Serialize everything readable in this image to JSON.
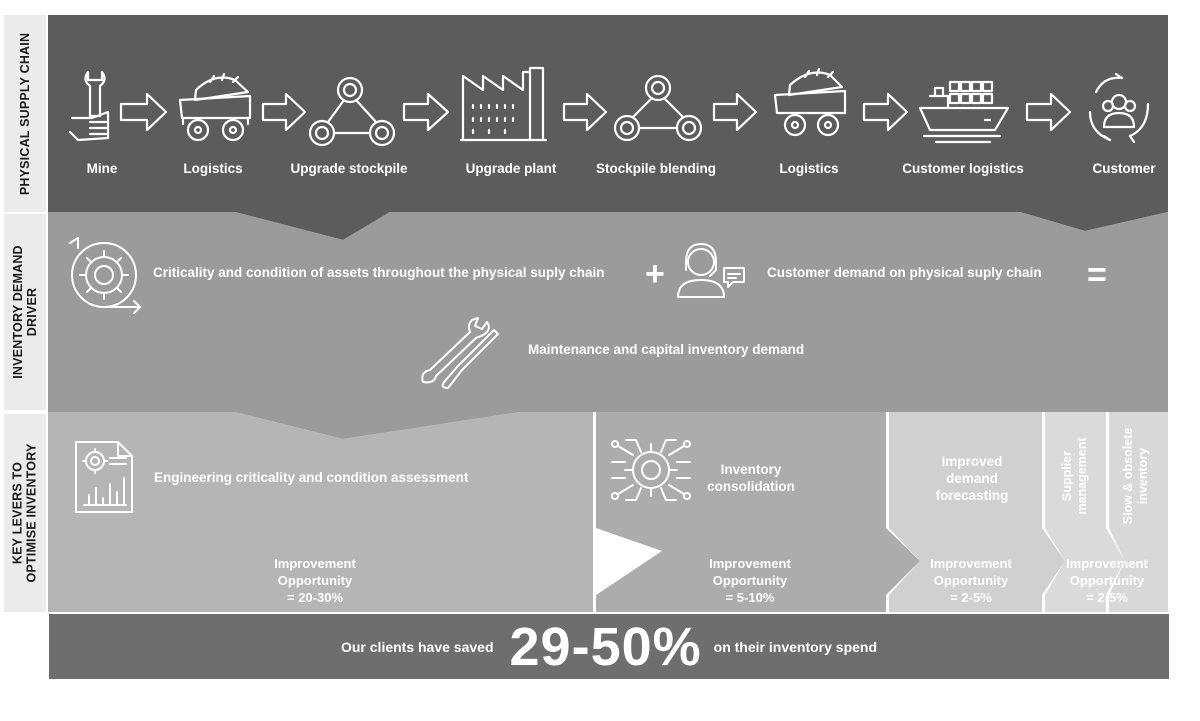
{
  "side_labels": {
    "supply_chain": "PHYSICAL SUPPLY CHAIN",
    "demand_driver_line1": "INVENTORY DEMAND",
    "demand_driver_line2": "DRIVER",
    "key_levers_line1": "KEY LEVERS TO",
    "key_levers_line2": "OPTIMISE INVENTORY"
  },
  "supply_chain": {
    "steps": [
      {
        "label": "Mine",
        "icon": "wrench-hand-icon"
      },
      {
        "label": "Logistics",
        "icon": "haul-truck-icon"
      },
      {
        "label": "Upgrade stockpile",
        "icon": "triangle-nodes-icon"
      },
      {
        "label": "Upgrade plant",
        "icon": "factory-icon"
      },
      {
        "label": "Stockpile blending",
        "icon": "triangle-nodes-icon"
      },
      {
        "label": "Logistics",
        "icon": "haul-truck-icon"
      },
      {
        "label": "Customer logistics",
        "icon": "cargo-ship-icon"
      },
      {
        "label": "Customer",
        "icon": "customer-cycle-icon"
      }
    ]
  },
  "demand_driver": {
    "assets_text": "Criticality and condition of assets throughout the physical suply chain",
    "plus": "+",
    "customer_text": "Customer demand on physical suply chain",
    "equals": "=",
    "maintenance_text": "Maintenance and capital inventory demand"
  },
  "levers": {
    "engineering_text": "Engineering criticality and condition assessment",
    "consolidation_line1": "Inventory",
    "consolidation_line2": "consolidation",
    "forecasting_line1": "Improved",
    "forecasting_line2": "demand",
    "forecasting_line3": "forecasting",
    "supplier_line1": "Supplier",
    "supplier_line2": "management",
    "obsolete_line1": "Slow & obsolete",
    "obsolete_line2": "inventory",
    "improvement_line1": "Improvement",
    "improvement_line2": "Opportunity",
    "opp_engineering": "= 20-30%",
    "opp_consolidation": "= 5-10%",
    "opp_forecasting": "= 2-5%",
    "opp_supplier": "= 2-5%"
  },
  "footer": {
    "prefix": "Our clients have saved",
    "big_value": "29-50%",
    "suffix": "on their inventory spend"
  },
  "colors": {
    "band1": "#5c5c5c",
    "band2": "#9b9b9b",
    "lever1": "#b5b5b5",
    "lever2": "#acacac",
    "lever3": "#d0d0d0",
    "lever4": "#dadada",
    "footer": "#6e6e6e"
  }
}
